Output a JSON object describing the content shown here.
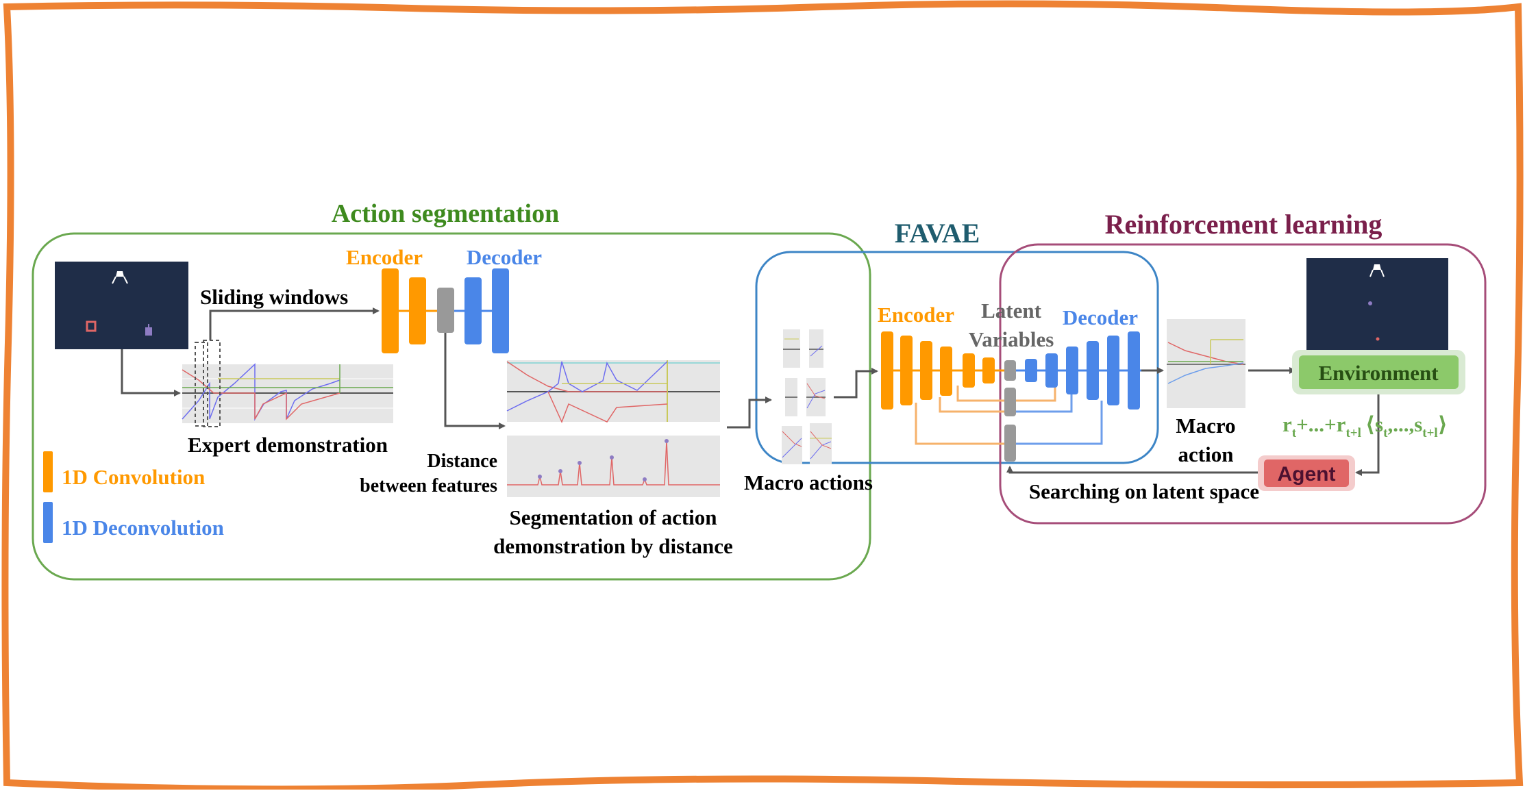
{
  "colors": {
    "frame": "#EE8233",
    "action_segmentation": "#3E8A1E",
    "favae": "#1F5C6E",
    "reinforcement_learning": "#7A1F4B",
    "encoder": "#FF9900",
    "decoder": "#4A86E8",
    "latent": "#999999",
    "environment_fill": "#8CC96A",
    "agent_fill": "#E06666",
    "reward_text": "#6AA84F",
    "dark_panel": "#1F2D48"
  },
  "sections": {
    "action_segmentation": "Action segmentation",
    "favae": "FAVAE",
    "reinforcement_learning": "Reinforcement learning"
  },
  "labels": {
    "sliding_windows": "Sliding windows",
    "encoder_left": "Encoder",
    "decoder_left": "Decoder",
    "expert_demonstration": "Expert demonstration",
    "distance_line1": "Distance",
    "distance_line2": "between features",
    "segmentation_line1": "Segmentation of action",
    "segmentation_line2": "demonstration by distance",
    "macro_actions": "Macro actions",
    "encoder_favae": "Encoder",
    "latent_line1": "Latent",
    "latent_line2": "Variables",
    "decoder_favae": "Decoder",
    "macro_action_line1": "Macro",
    "macro_action_line2": "action",
    "environment": "Environment",
    "agent": "Agent",
    "searching": "Searching on latent space",
    "reward_r1": "r",
    "reward_r1_sub": "t",
    "reward_mid": "+...+r",
    "reward_r2_sub": "t+l",
    "state_open": "⟨s",
    "state_s1_sub": "t",
    "state_mid": ",...,s",
    "state_s2_sub": "t+l",
    "state_close": "⟩"
  },
  "legend": {
    "convolution": "1D Convolution",
    "deconvolution": "1D Deconvolution"
  }
}
